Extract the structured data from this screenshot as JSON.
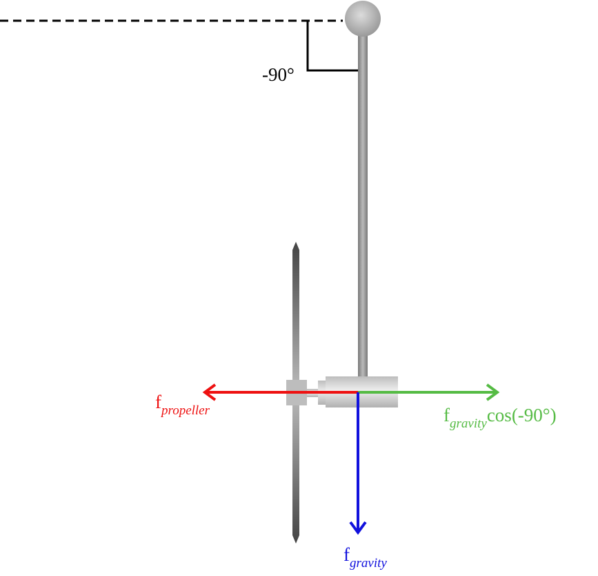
{
  "angle_label": "-90°",
  "forces": {
    "propeller": {
      "main": "f",
      "sub": "propeller",
      "color": "#ee1111"
    },
    "gravity_component": {
      "main": "f",
      "sub": "gravity",
      "suffix": "cos(-90°)",
      "color": "#55bb44"
    },
    "gravity": {
      "main": "f",
      "sub": "gravity",
      "color": "#1111dd"
    }
  }
}
